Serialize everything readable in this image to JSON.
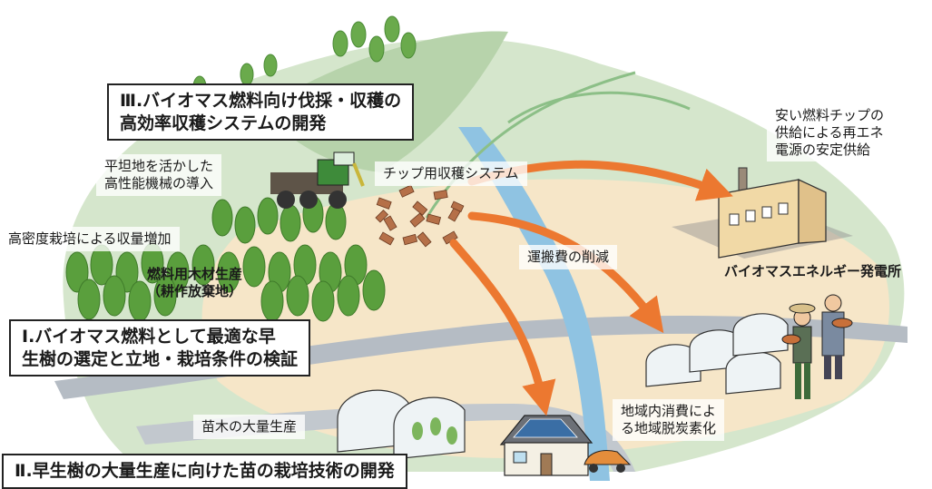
{
  "labels": {
    "title_3": "Ⅲ.バイオマス燃料向け伐採・収穫の\n高効率収穫システムの開発",
    "flat_land": "平坦地を活かした\n高性能機械の導入",
    "high_density": "高密度栽培による収量増加",
    "fuel_wood": "燃料用木材生産\n（耕作放棄地）",
    "title_1": "Ⅰ.バイオマス燃料として最適な早\n生樹の選定と立地・栽培条件の検証",
    "chip_system": "チップ用収穫システム",
    "cheap_fuel": "安い燃料チップの\n供給による再エネ\n電源の安定供給",
    "transport": "運搬費の削減",
    "power_plant": "バイオマスエネルギー発電所",
    "seedlings": "苗木の大量生産",
    "local_consumption": "地域内消費によ\nる地域脱炭素化",
    "title_2": "Ⅱ.早生樹の大量生産に向けた苗の栽培技術の開発"
  },
  "colors": {
    "hill_light": "#d5e6cc",
    "hill_dark": "#b7d3ab",
    "field": "#f6e6c8",
    "river": "#8fc3e2",
    "road": "#b5bcc4",
    "tree": "#5a9f3d",
    "arrow": "#ec7830",
    "chips": "#b57048"
  }
}
